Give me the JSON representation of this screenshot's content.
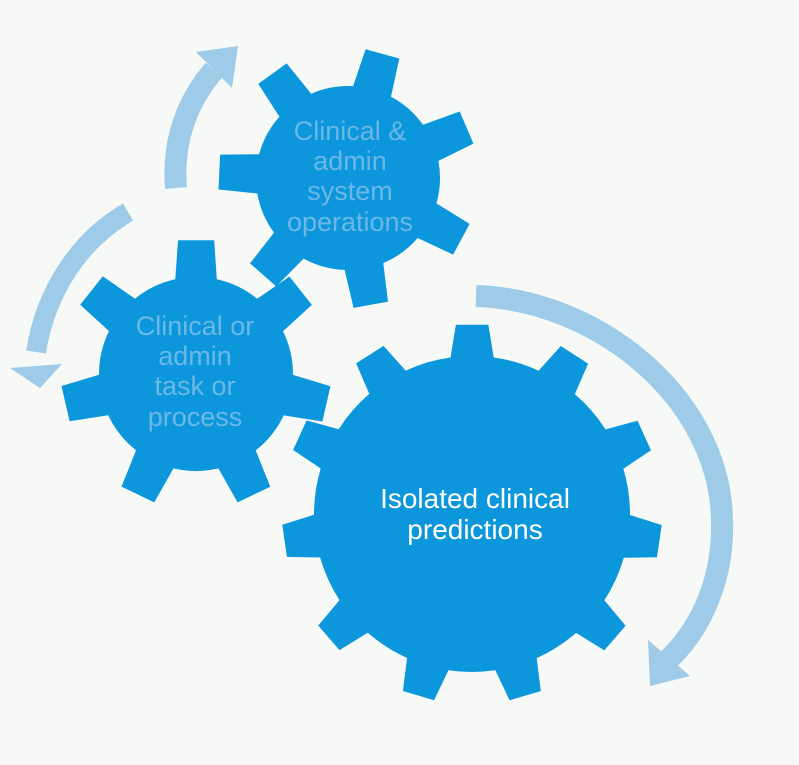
{
  "colors": {
    "background": "#f7f9f7",
    "gear": "#0c97dc",
    "arrow": "#9dcbe8",
    "faint_text": "#6cb7e6",
    "bright_text": "#ffffff"
  },
  "gears": {
    "top": {
      "lines": [
        "Clinical &",
        "admin",
        "system",
        "operations"
      ]
    },
    "left": {
      "lines": [
        "Clinical or",
        "admin",
        "task or",
        "process"
      ]
    },
    "big": {
      "lines": [
        "Isolated clinical",
        "predictions"
      ]
    }
  },
  "arrows": [
    {
      "name": "arrow-up-to-top-gear",
      "direction": "up"
    },
    {
      "name": "arrow-down-to-left-gear",
      "direction": "down"
    },
    {
      "name": "arrow-down-right-side",
      "direction": "down"
    }
  ]
}
